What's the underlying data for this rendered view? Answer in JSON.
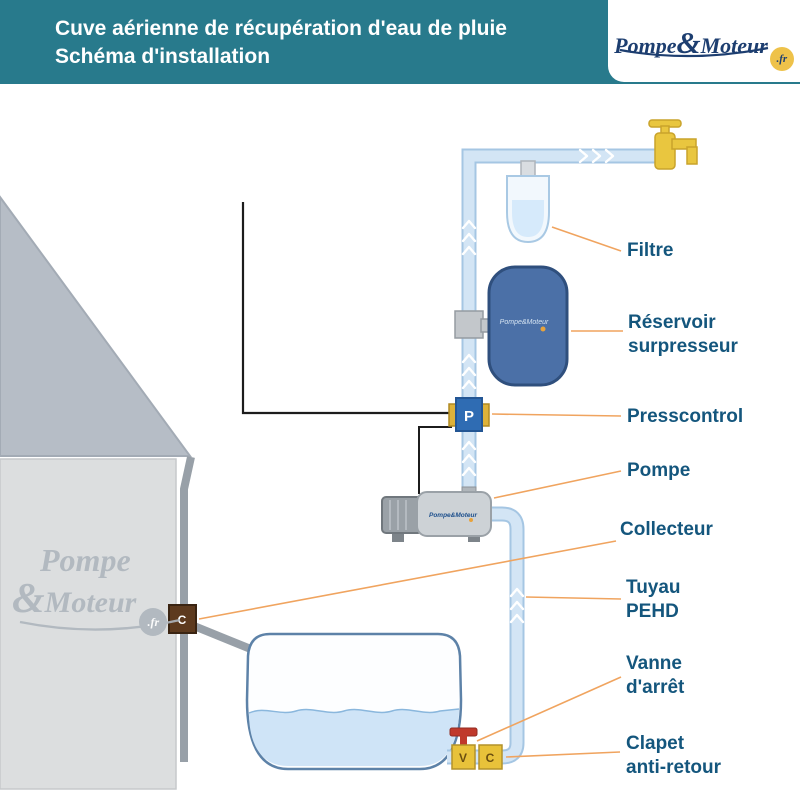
{
  "header": {
    "title_line1": "Cuve aérienne de récupération d'eau de pluie",
    "title_line2": "Schéma d'installation"
  },
  "logo": {
    "pompe": "Pompe",
    "amp": "&",
    "moteur": "Moteur",
    "fr": ".fr"
  },
  "watermark": {
    "pompe": "Pompe",
    "amp": "&",
    "moteur": "Moteur",
    "fr": ".fr"
  },
  "labels": {
    "filtre": "Filtre",
    "reservoir": "Réservoir\nsurpresseur",
    "presscontrol": "Presscontrol",
    "pompe": "Pompe",
    "collecteur": "Collecteur",
    "tuyau": "Tuyau\nPEHD",
    "vanne": "Vanne\nd'arrêt",
    "clapet": "Clapet\nanti-retour"
  },
  "components": {
    "presscontrol_letter": "P",
    "collector_letter": "C",
    "valve_letter": "V",
    "check_valve_letter": "C",
    "pump_logo": "Pompe&Moteur",
    "reservoir_logo": "Pompe&Moteur"
  },
  "colors": {
    "header_bg": "#287a8c",
    "label_text": "#14567d",
    "leader_line": "#f0a45f",
    "pipe_fill": "#d3e5f5",
    "pipe_edge": "#a5c6e3",
    "accent_gold": "#eec24a",
    "reservoir_blue": "#4b70a7",
    "water_blue": "#cfe4f7",
    "valve_red": "#c0392b"
  }
}
